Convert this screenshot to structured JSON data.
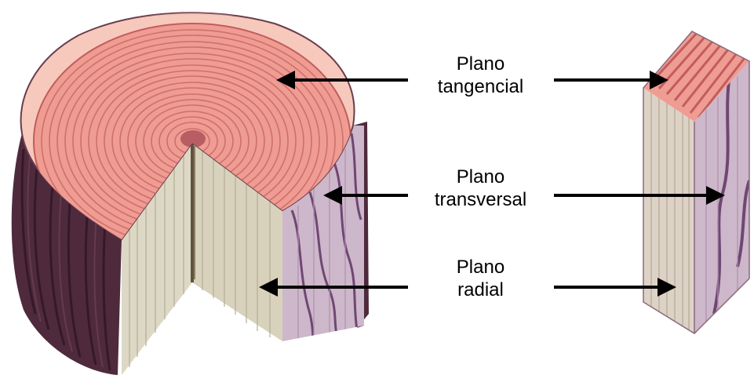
{
  "labels": {
    "tangential": {
      "line1": "Plano",
      "line2": "tangencial"
    },
    "transverse": {
      "line1": "Plano",
      "line2": "transversal"
    },
    "radial": {
      "line1": "Plano",
      "line2": "radial"
    }
  },
  "colors": {
    "bark": "#4e2a3c",
    "bark_dark": "#3a1e2d",
    "cross_section": "#ef9c93",
    "ring": "#cf6f6c",
    "sapwood": "#f6c9bc",
    "radial_face": "#ddd8c5",
    "tangential_face": "#cdb7ca",
    "grain_streak": "#6f4773",
    "pith": "#b85e62",
    "arrow": "#000000"
  }
}
